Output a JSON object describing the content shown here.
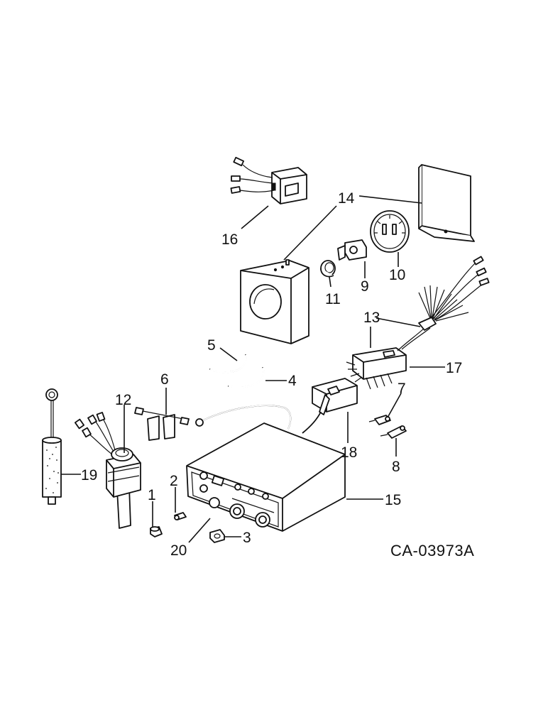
{
  "diagram_code": "CA-03973A",
  "callouts": {
    "c1": "1",
    "c2": "2",
    "c3": "3",
    "c4": "4",
    "c5": "5",
    "c6": "6",
    "c7": "7",
    "c8": "8",
    "c9": "9",
    "c10": "10",
    "c11": "11",
    "c12": "12",
    "c13": "13",
    "c14": "14",
    "c15": "15",
    "c16": "16",
    "c17": "17",
    "c18": "18",
    "c19": "19",
    "c20": "20"
  }
}
